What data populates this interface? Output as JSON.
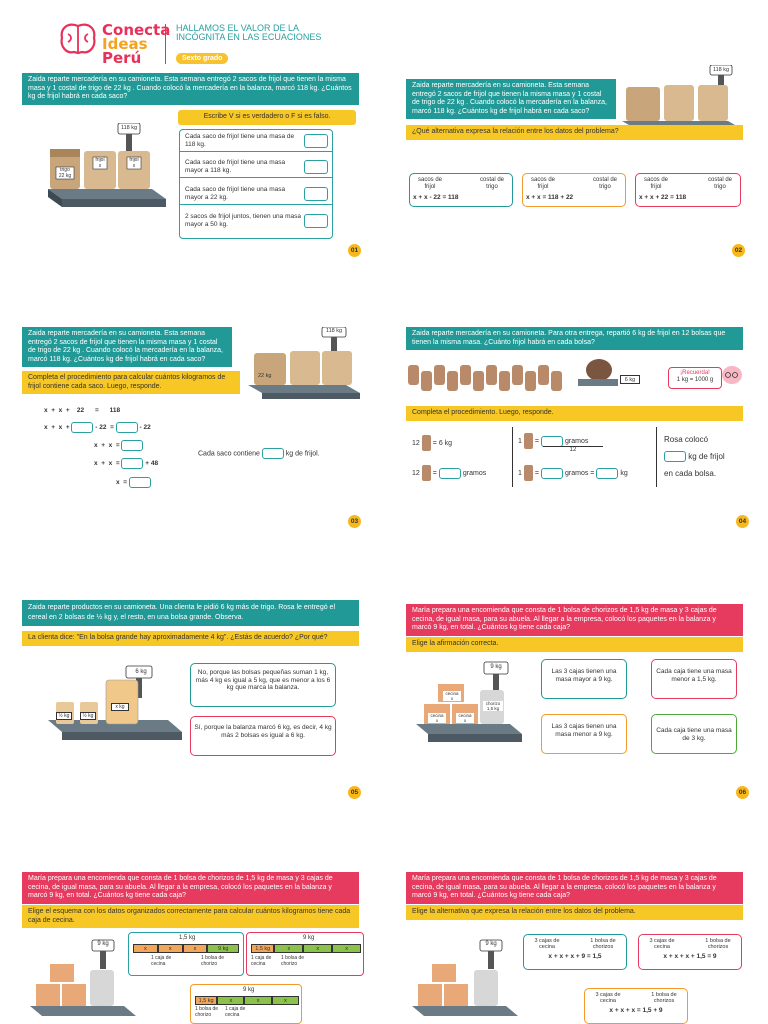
{
  "header": {
    "logo_line1": "Conecta",
    "logo_line2": "Ideas",
    "logo_line3": "Perú",
    "title_line1": "HALLAMOS EL VALOR DE LA",
    "title_line2": "INCÓGNITA EN LAS ECUACIONES",
    "grade": "Sexto grado"
  },
  "c1": {
    "num": "01",
    "problem": "Zaida reparte mercadería en su camioneta. Esta semana entregó 2 sacos de frijol que tienen la misma masa y 1 costal de trigo de 22 kg . Cuando colocó la mercadería en la balanza, marcó 118 kg. ¿Cuántos kg de frijol habrá en cada saco?",
    "instr": "Escribe V si es verdadero o F si es falso.",
    "scale": "118 kg",
    "trigo": "trigo",
    "trigo_kg": "22 kg",
    "frijol": "frijol",
    "x": "x",
    "items": [
      "Cada saco de frijol tiene una masa de 118 kg.",
      "Cada saco de frijol tiene una masa mayor a 118 kg.",
      "Cada saco de frijol tiene una masa mayor a 22 kg.",
      "2 sacos de frijol juntos, tienen una masa mayor a 50 kg."
    ]
  },
  "c2": {
    "num": "02",
    "problem": "Zaida reparte mercadería en su camioneta. Esta semana entregó 2 sacos de frijol que tienen la misma masa y 1 costal de trigo de 22 kg . Cuando colocó la mercadería en la balanza, marcó 118 kg. ¿Cuántos kg de frijol habrá en cada saco?",
    "question": "¿Qué alternativa expresa la relación entre los datos del problema?",
    "scale": "118 kg",
    "sacos": "sacos de frijol",
    "costal": "costal de trigo",
    "eq1": "x + x  -  22  =  118",
    "eq2": "x + x  =  118  +  22",
    "eq3": "x + x  +  22  =  118"
  },
  "c3": {
    "num": "03",
    "problem": "Zaida reparte mercadería en su camioneta. Esta semana entregó 2 sacos de frijol que tienen la misma masa y 1 costal de trigo de 22 kg . Cuando colocó la mercadería en la balanza, marcó 118 kg. ¿Cuántos kg de frijol habrá en cada saco?",
    "instr": "Completa el procedimiento para calcular cuántos kilogramos de frijol contiene cada saco. Luego, responde.",
    "scale": "118 kg",
    "l1": "x  +  x  +    22      =      118",
    "l2a": "x  +  x  +",
    "l2b": "- 22  =",
    "l2c": "- 22",
    "l3": "x  +  x  =",
    "l4": "x  +  x  =",
    "l4b": "+ 48",
    "l5": "x  =",
    "answer_a": "Cada saco contiene",
    "answer_b": "kg de frijol.",
    "kg22": "22 kg"
  },
  "c4": {
    "num": "04",
    "problem": "Zaida reparte mercadería en su camioneta. Para otra entrega, repartió 6 kg de frijol en 12 bolsas que tienen la misma masa. ¿Cuánto frijol habrá en cada bolsa?",
    "remember_title": "¡Recuerda!",
    "remember": "1 kg = 1000 g",
    "scale": "6 kg",
    "instr": "Completa el procedimiento. Luego, responde.",
    "r1a": "12",
    "r1b": "= 6 kg",
    "r1c": "1",
    "r1d": "gramos",
    "r1e": "12",
    "r2a": "12",
    "r2b": "gramos",
    "r2c": "1",
    "r2d": "gramos =",
    "r2e": "kg",
    "ans1": "Rosa colocó",
    "ans2": "kg de frijol",
    "ans3": "en cada bolsa."
  },
  "c5": {
    "num": "05",
    "problem": "Zaida reparte productos en su camioneta. Una clienta le pidió 6 kg más de trigo. Rosa le entregó el cereal en 2 bolsas de  ½  kg y, el resto, en una bolsa grande. Observa.",
    "question": "La clienta dice: \"En la bolsa grande hay aproximadamente 4 kg\". ¿Estás de acuerdo? ¿Por qué?",
    "scale": "6 kg",
    "half": "½ kg",
    "xkg": "x kg",
    "opt1": "No, porque las bolsas pequeñas suman 1 kg, más 4 kg es igual a 5 kg, que es menor a los 6 kg que marca la balanza.",
    "opt2": "Sí, porque la balanza marcó 6 kg, es decir, 4 kg más 2 bolsas es igual a 6 kg."
  },
  "c6": {
    "num": "06",
    "problem": "María prepara una encomienda que consta de 1 bolsa de chorizos de 1,5 kg de masa y 3 cajas de cecina, de igual masa, para su abuela. Al llegar a la empresa, colocó los paquetes en la balanza y marcó 9 kg, en total. ¿Cuántos kg tiene cada caja?",
    "instr": "Elige la afirmación correcta.",
    "scale": "9 kg",
    "cecina": "cecina",
    "x": "x",
    "chorizo": "chorizo",
    "chorizo_kg": "1,5 kg",
    "opt1": "Las 3 cajas tienen una masa mayor a 9 kg.",
    "opt2": "Cada caja tiene una masa menor a 1,5 kg.",
    "opt3": "Las 3 cajas tienen una masa menor a 9 kg.",
    "opt4": "Cada caja tiene una masa de 3 kg."
  },
  "c7": {
    "problem": "María prepara una encomienda que consta de 1 bolsa de chorizos de 1,5 kg de masa y 3 cajas de cecina, de igual masa, para su abuela. Al llegar a la empresa, colocó los paquetes en la balanza y marcó 9 kg, en total. ¿Cuántos kg tiene cada caja?",
    "instr": "Elige el esquema con los datos organizados correctamente para calcular cuántos kilogramos tiene cada caja de cecina.",
    "scale": "9 kg",
    "s1top": "1,5 kg",
    "s1seg": "9 kg",
    "s1l1": "1 caja de cecina",
    "s1l2": "1 bolsa de chorizo",
    "s2top": "9 kg",
    "s2seg": "1,5 kg",
    "s2l1": "1 caja de cecina",
    "s2l2": "1 bolsa de chorizo",
    "s3top": "9 kg",
    "s3seg": "1,5 kg",
    "s3l1": "1 bolsa de chorizo",
    "s3l2": "1 caja de cecina",
    "x": "x"
  },
  "c8": {
    "problem": "María prepara una encomienda que consta de 1 bolsa de chorizos de 1,5 kg de masa y 3 cajas de cecina, de igual masa, para su abuela. Al llegar a la empresa, colocó los paquetes en la balanza y marcó 9 kg, en total. ¿Cuántos kg tiene cada caja?",
    "instr": "Elige la alternativa que expresa la relación entre los datos del problema.",
    "scale": "9 kg",
    "cajas": "3 cajas de cecina",
    "bolsa": "1 bolsa de chorizos",
    "eq1": "x + x + x + 9  =  1,5",
    "eq2": "x + x + x + 1,5  =  9",
    "eq3": "x + x + x  =  1,5 + 9"
  }
}
